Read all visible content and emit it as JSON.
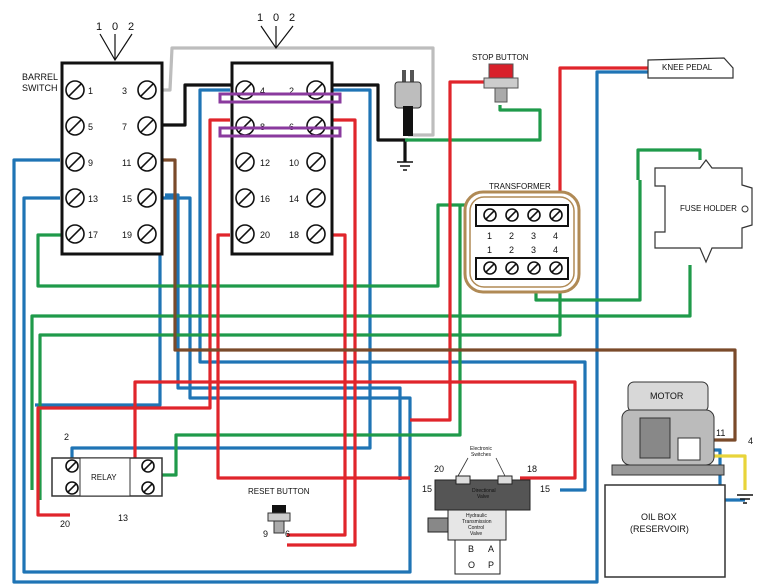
{
  "selector_positions": {
    "left": [
      "1",
      "0",
      "2"
    ],
    "right": [
      "1",
      "0",
      "2"
    ]
  },
  "barrel_switch": {
    "label_line1": "BARREL",
    "label_line2": "SWITCH",
    "left_col": [
      "1",
      "5",
      "9",
      "13",
      "17"
    ],
    "right_col": [
      "3",
      "7",
      "11",
      "15",
      "19"
    ]
  },
  "switch_block": {
    "left_col": [
      "4",
      "8",
      "12",
      "16",
      "20"
    ],
    "right_col": [
      "2",
      "6",
      "10",
      "14",
      "18"
    ]
  },
  "stop_button": {
    "label": "STOP BUTTON"
  },
  "knee_pedal": {
    "label": "KNEE PEDAL"
  },
  "transformer": {
    "label": "TRANSFORMER",
    "top_nums": [
      "1",
      "2",
      "3",
      "4"
    ],
    "bottom_nums": [
      "1",
      "2",
      "3",
      "4"
    ]
  },
  "fuse_holder": {
    "label": "FUSE HOLDER"
  },
  "relay": {
    "label": "RELAY",
    "label_2": "2",
    "label_20": "20",
    "label_13": "13"
  },
  "reset_button": {
    "label": "RESET BUTTON",
    "left_num": "9",
    "right_num": "6"
  },
  "motor": {
    "label": "MOTOR",
    "label_11": "11",
    "label_4": "4"
  },
  "oil_box": {
    "line1": "OIL BOX",
    "line2": "(RESERVOIR)"
  },
  "valve": {
    "electronic_line1": "Electronic",
    "electronic_line2": "Switches",
    "num_20": "20",
    "num_18": "18",
    "num_15_left": "15",
    "num_15_right": "15",
    "directional_1": "Directional",
    "directional_2": "Valve",
    "hydraulic_1": "Hydraulic",
    "hydraulic_2": "Transmission",
    "hydraulic_3": "Control",
    "hydraulic_4": "Valve",
    "port_b": "B",
    "port_a": "A",
    "port_o": "O",
    "port_p": "P"
  },
  "colors": {
    "wire_blue": "#1f74b5",
    "wire_green": "#1f9a4a",
    "wire_red": "#e0252b",
    "wire_brown": "#7a4a2a",
    "wire_black": "#111111",
    "wire_gray": "#bdbdbd",
    "wire_purple": "#8a3a9e",
    "wire_yellow": "#e8d43a",
    "button_red": "#d8202a"
  }
}
